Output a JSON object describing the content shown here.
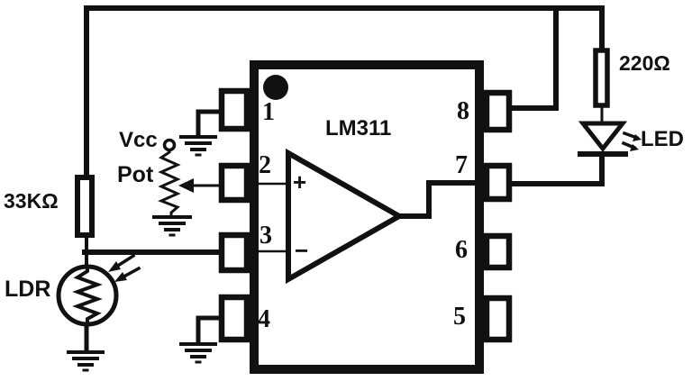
{
  "schematic": {
    "ic": {
      "name": "LM311",
      "pins": [
        "1",
        "2",
        "3",
        "4",
        "5",
        "6",
        "7",
        "8"
      ]
    },
    "opamp": {
      "noninverting_label": "+",
      "inverting_label": "−"
    },
    "labels": {
      "series_resistor": "33KΩ",
      "ldr": "LDR",
      "supply": "Vcc",
      "potentiometer": "Pot",
      "led_resistor": "220Ω",
      "led": "LED"
    },
    "colors": {
      "ink": "#111111",
      "background": "#ffffff"
    }
  }
}
